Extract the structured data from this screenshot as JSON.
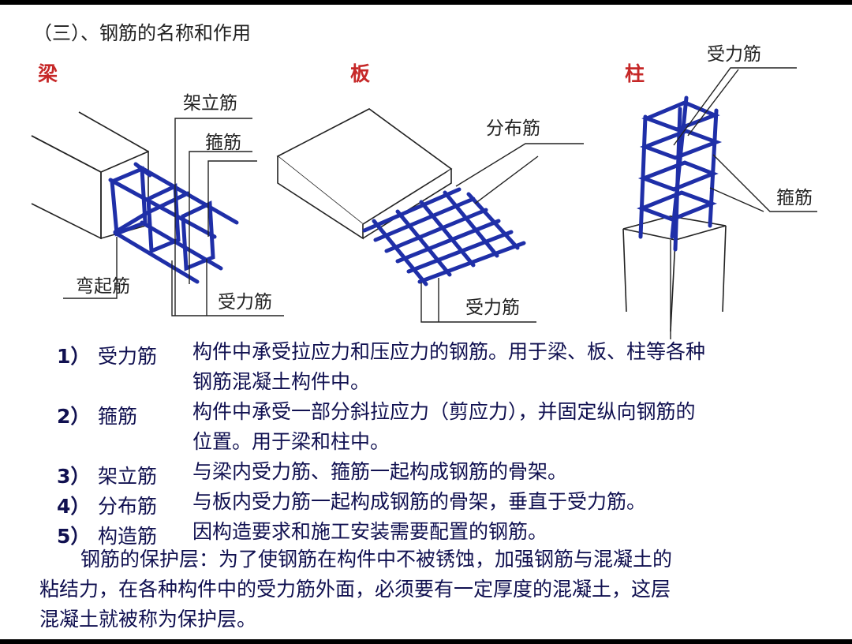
{
  "heading": "（三）、钢筋的名称和作用",
  "categories": {
    "beam": "梁",
    "slab": "板",
    "column": "柱"
  },
  "diagram_labels": {
    "beam_erection": "架立筋",
    "beam_stirrup": "箍筋",
    "beam_bent": "弯起筋",
    "beam_main": "受力筋",
    "slab_distribution": "分布筋",
    "slab_main": "受力筋",
    "column_main": "受力筋",
    "column_stirrup": "箍筋"
  },
  "definitions": [
    {
      "num": "1）",
      "term": "受力筋",
      "line1": "构件中承受拉应力和压应力的钢筋。用于梁、板、柱等各种",
      "line2": "钢筋混凝土构件中。"
    },
    {
      "num": "2）",
      "term": "箍筋",
      "line1": "构件中承受一部分斜拉应力（剪应力），并固定纵向钢筋的",
      "line2": "位置。用于梁和柱中。"
    },
    {
      "num": "3）",
      "term": "架立筋",
      "line1": "与梁内受力筋、箍筋一起构成钢筋的骨架。"
    },
    {
      "num": "4）",
      "term": "分布筋",
      "line1": "与板内受力筋一起构成钢筋的骨架，垂直于受力筋。"
    },
    {
      "num": "5）",
      "term": "构造筋",
      "line1": "因构造要求和施工安装需要配置的钢筋。"
    }
  ],
  "cover": {
    "line1": "钢筋的保护层：为了使钢筋在构件中不被锈蚀，加强钢筋与混凝土的",
    "line2": "粘结力，在各种构件中的受力筋外面，必须要有一定厚度的混凝土，这层",
    "line3": "混凝土就被称为保护层。"
  },
  "colors": {
    "rebar": "#1f2fa8",
    "category": "#c62828",
    "text": "#101050"
  }
}
